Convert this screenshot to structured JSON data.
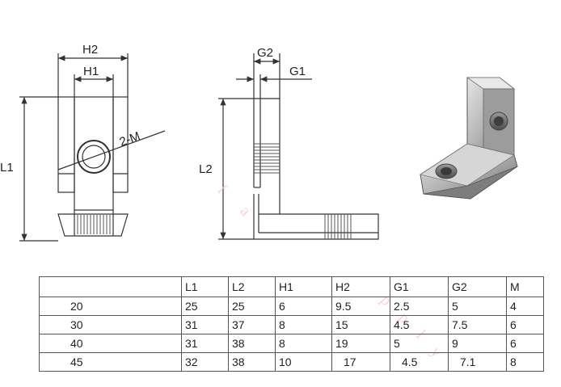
{
  "labels": {
    "h2": "H2",
    "h1": "H1",
    "l1": "L1",
    "m": "2-M",
    "g2": "G2",
    "g1": "G1",
    "l2": "L2"
  },
  "table": {
    "headers": [
      "",
      "L1",
      "L2",
      "H1",
      "H2",
      "G1",
      "G2",
      "M"
    ],
    "rows": [
      [
        "20",
        "25",
        "25",
        "6",
        "9.5",
        "2.5",
        "5",
        "4"
      ],
      [
        "30",
        "31",
        "37",
        "8",
        "15",
        "4.5",
        "7.5",
        "6"
      ],
      [
        "40",
        "31",
        "38",
        "8",
        "19",
        "5",
        "9",
        "6"
      ],
      [
        "45",
        "32",
        "38",
        "10",
        "17",
        "4.5",
        "7.1",
        "8"
      ]
    ]
  },
  "colors": {
    "line": "#333333",
    "metal": "#bdbdbd",
    "thread": "#7a7a7a"
  }
}
